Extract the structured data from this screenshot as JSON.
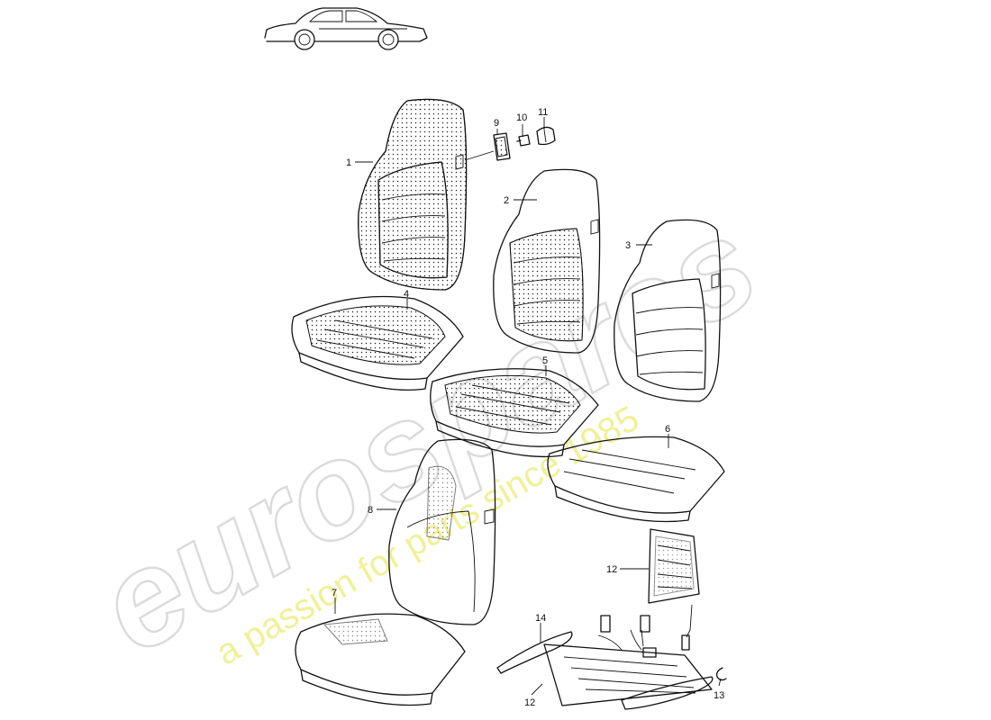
{
  "watermark": {
    "brand": "eurospares",
    "tagline": "a passion for parts since 1985"
  },
  "parts": [
    {
      "id": "1"
    },
    {
      "id": "2"
    },
    {
      "id": "3"
    },
    {
      "id": "4"
    },
    {
      "id": "5"
    },
    {
      "id": "6"
    },
    {
      "id": "7"
    },
    {
      "id": "8"
    },
    {
      "id": "9"
    },
    {
      "id": "10"
    },
    {
      "id": "11"
    },
    {
      "id": "12"
    },
    {
      "id": "12"
    },
    {
      "id": "13"
    },
    {
      "id": "14"
    }
  ],
  "icons": {
    "car": "car-silhouette-icon",
    "seat_backrest": "seat-backrest-icon",
    "seat_cushion": "seat-cushion-icon",
    "heating_pad": "heating-pad-icon",
    "clip": "clip-icon"
  },
  "colors": {
    "line": "#111111",
    "watermark_brand": "#cfcfcf",
    "watermark_tagline": "#eeee88"
  }
}
